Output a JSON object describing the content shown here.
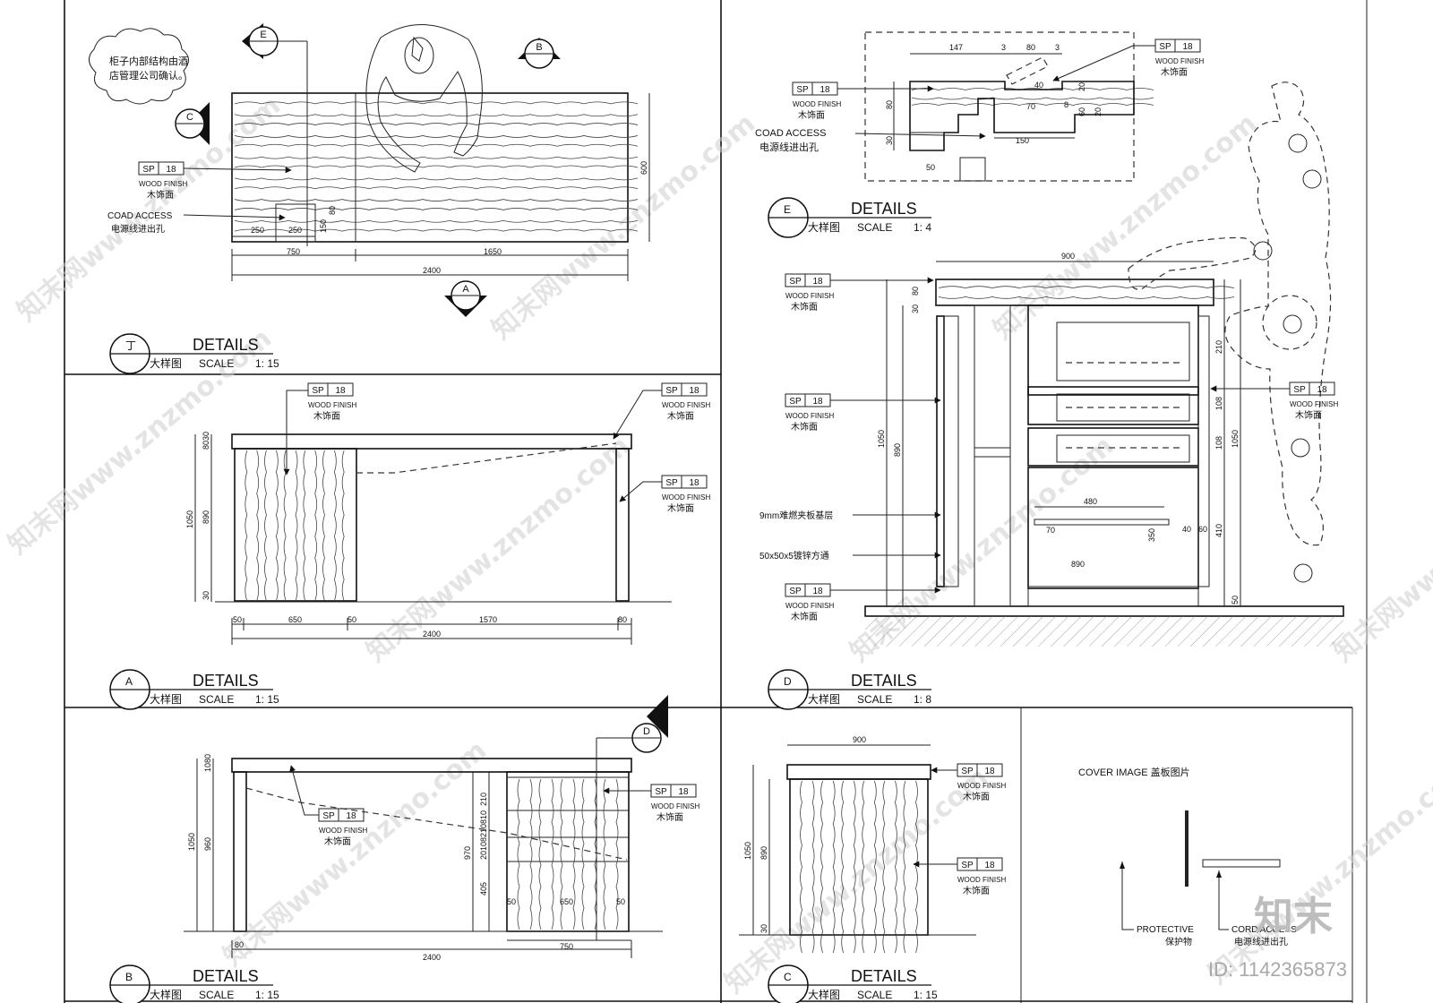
{
  "notes": {
    "cloud": [
      "柜子内部结构由酒",
      "店管理公司确认。"
    ]
  },
  "tag": {
    "code": "SP",
    "num": "18",
    "en": "WOOD FINISH",
    "cn": "木饰面"
  },
  "coad": {
    "en": "COAD ACCESS",
    "cn": "电源线进出孔"
  },
  "section_markers": [
    "E",
    "B",
    "C",
    "A",
    "D"
  ],
  "titles": [
    {
      "id": "ding",
      "mark": "丁",
      "title": "DETAILS",
      "cn": "大样图",
      "scale_word": "SCALE",
      "scale": "1:  15"
    },
    {
      "id": "a",
      "mark": "A",
      "title": "DETAILS",
      "cn": "大样图",
      "scale_word": "SCALE",
      "scale": "1:  15"
    },
    {
      "id": "b",
      "mark": "B",
      "title": "DETAILS",
      "cn": "大样图",
      "scale_word": "SCALE",
      "scale": "1:  15"
    },
    {
      "id": "e",
      "mark": "E",
      "title": "DETAILS",
      "cn": "大样图",
      "scale_word": "SCALE",
      "scale": "1:  4"
    },
    {
      "id": "d",
      "mark": "D",
      "title": "DETAILS",
      "cn": "大样图",
      "scale_word": "SCALE",
      "scale": "1:  8"
    },
    {
      "id": "c",
      "mark": "C",
      "title": "DETAILS",
      "cn": "大样图",
      "scale_word": "SCALE",
      "scale": "1:  15"
    }
  ],
  "dims": {
    "plan": {
      "d250a": "250",
      "d250b": "250",
      "d150": "150",
      "d80": "80",
      "d750": "750",
      "d1650": "1650",
      "d2400": "2400",
      "d600": "600"
    },
    "a": {
      "d50a": "50",
      "d650": "650",
      "d50b": "50",
      "d1570": "1570",
      "d80": "80",
      "d2400": "2400",
      "d1050": "1050",
      "d890": "890",
      "d30": "30",
      "d80v": "8030"
    },
    "b": {
      "d80": "80",
      "d2400": "2400",
      "d750": "750",
      "d650": "650",
      "d50a": "50",
      "d50b": "50",
      "d1050": "1050",
      "d960": "960",
      "d970": "970",
      "d405": "405",
      "d210": "210",
      "d2010": "20108210810",
      "d1080": "1080"
    },
    "e": {
      "d147": "147",
      "d3a": "3",
      "d80": "80",
      "d3b": "3",
      "d40": "40",
      "d70": "70",
      "d150": "150",
      "d80v": "80",
      "d30": "30",
      "d50": "50",
      "d60": "60",
      "d20": "20",
      "d20b": "20",
      "d8": "8"
    },
    "d": {
      "d900": "900",
      "d1050": "1050",
      "d890": "890",
      "d480": "480",
      "d890b": "890",
      "d70": "70",
      "d210": "210",
      "d108a": "108",
      "d108b": "108",
      "d410": "410",
      "d350": "350",
      "d40": "40",
      "d60": "60",
      "d30": "30",
      "d80": "80",
      "d1050r": "1050",
      "d50": "50"
    },
    "c": {
      "d900": "900",
      "d1050": "1050",
      "d890": "890",
      "d30": "30"
    }
  },
  "d_notes": {
    "n1": "9mm难燃夹板基层",
    "n2": "50x50x5镀锌方通"
  },
  "cover": {
    "title": "COVER IMAGE   盖板图片",
    "protective_en": "PROTECTIVE",
    "protective_cn": "保护物",
    "cord_en": "CORD ACCESS",
    "cord_cn": "电源线进出孔"
  },
  "brand": {
    "logo": "知末",
    "id": "ID: 1142365873",
    "watermark": "知末网www.znzmo.com"
  }
}
